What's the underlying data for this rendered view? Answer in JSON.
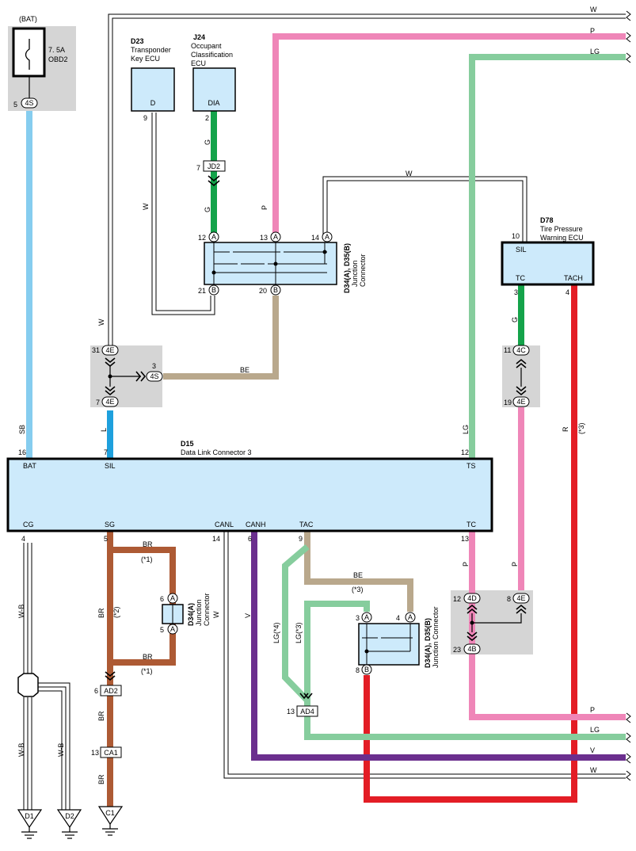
{
  "colors": {
    "sb": "#86cdef",
    "p": "#ef86b8",
    "lg": "#86cd9d",
    "g": "#14a34a",
    "br": "#ad5a34",
    "be": "#b9a88c",
    "l": "#1ea0dd",
    "v": "#6b2f8e",
    "r": "#e31d25",
    "box": "#cdeafb",
    "shade": "#d5d5d5"
  },
  "battery": {
    "label": "(BAT)",
    "fuse_amp": "7. 5A",
    "fuse_name": "OBD2",
    "pin": "5",
    "connector": "4S"
  },
  "right_edge": {
    "w_top": "W",
    "p_top": "P",
    "lg_top": "LG",
    "p_bottom": "P",
    "lg_bottom": "LG",
    "v_bottom": "V",
    "w_bottom": "W"
  },
  "d23": {
    "code": "D23",
    "name_l1": "Transponder",
    "name_l2": "Key ECU",
    "term": "D",
    "pin": "9",
    "wire": "W"
  },
  "j24": {
    "code": "J24",
    "name_l1": "Occupant",
    "name_l2": "Classification",
    "name_l3": "ECU",
    "term": "DIA",
    "pin": "2",
    "wire_upper": "G",
    "wire_lower": "G",
    "jd2_pin": "7",
    "jd2": "JD2"
  },
  "junction_top": {
    "pin12": "12",
    "pin13": "13",
    "pin14": "14",
    "pin21": "21",
    "pin20": "20",
    "a": "A",
    "b": "B",
    "title": "D34(A), D35(B)",
    "sub1": "Junction",
    "sub2": "Connector",
    "p_wire": "P",
    "w_loop": "W"
  },
  "d78": {
    "code": "D78",
    "name_l1": "Tire Pressure",
    "name_l2": "Warning ECU",
    "pin_sil": "10",
    "sil": "SIL",
    "tc": "TC",
    "tach": "TACH",
    "pin_tc": "3",
    "pin_tach": "4",
    "wire_g": "G",
    "wire_r": "R",
    "r_note": "(*3)"
  },
  "group_4e": {
    "wire_w": "W",
    "pin31": "31",
    "conn_top": "4E",
    "pin3": "3",
    "conn_mid": "4S",
    "be": "BE",
    "pin7": "7",
    "conn_bot": "4E",
    "wire_l": "L"
  },
  "group_4c": {
    "pin11": "11",
    "conn_top": "4C",
    "pin19": "19",
    "conn_bot": "4E"
  },
  "d15": {
    "code": "D15",
    "name": "Data Link Connector 3",
    "bat_pin": "16",
    "bat": "BAT",
    "sb": "SB",
    "sil_pin": "7",
    "sil": "SIL",
    "ts_pin": "12",
    "ts": "TS",
    "lg": "LG",
    "cg": "CG",
    "sg": "SG",
    "canl": "CANL",
    "canh": "CANH",
    "tac": "TAC",
    "tc": "TC",
    "cg_pin": "4",
    "sg_pin": "5",
    "canl_pin": "14",
    "canh_pin": "6",
    "tac_pin": "9",
    "tc_pin": "13"
  },
  "lower_left": {
    "wb1": "W-B",
    "wb2": "W-B",
    "wb3": "W-B",
    "br_top": "BR",
    "br_note1": "(*1)",
    "br_left": "BR",
    "br_note2": "(*2)",
    "br_bot": "BR",
    "br_note3": "(*1)",
    "pin6": "6",
    "pin5": "5",
    "a": "A",
    "j_title": "D34(A)",
    "j_sub1": "Junction",
    "j_sub2": "Connector",
    "ad2_pin": "6",
    "ad2": "AD2",
    "br_mid": "BR",
    "ca1_pin": "13",
    "ca1": "CA1",
    "br_low": "BR",
    "d1": "D1",
    "d2": "D2",
    "c1": "C1"
  },
  "lower_mid": {
    "w": "W",
    "v": "V",
    "lg4": "LG(*4)",
    "lg3": "LG(*3)",
    "be": "BE",
    "be_note": "(*3)",
    "pin3": "3",
    "pin4": "4",
    "pin8": "8",
    "a": "A",
    "b": "B",
    "title": "D34(A), D35(B)",
    "sub": "Junction Connector",
    "ad4_pin": "13",
    "ad4": "AD4"
  },
  "lower_right": {
    "p_left": "P",
    "p_right": "P",
    "pin12": "12",
    "conn_4d": "4D",
    "pin8": "8",
    "conn_4e": "4E",
    "pin23": "23",
    "conn_4b": "4B"
  }
}
